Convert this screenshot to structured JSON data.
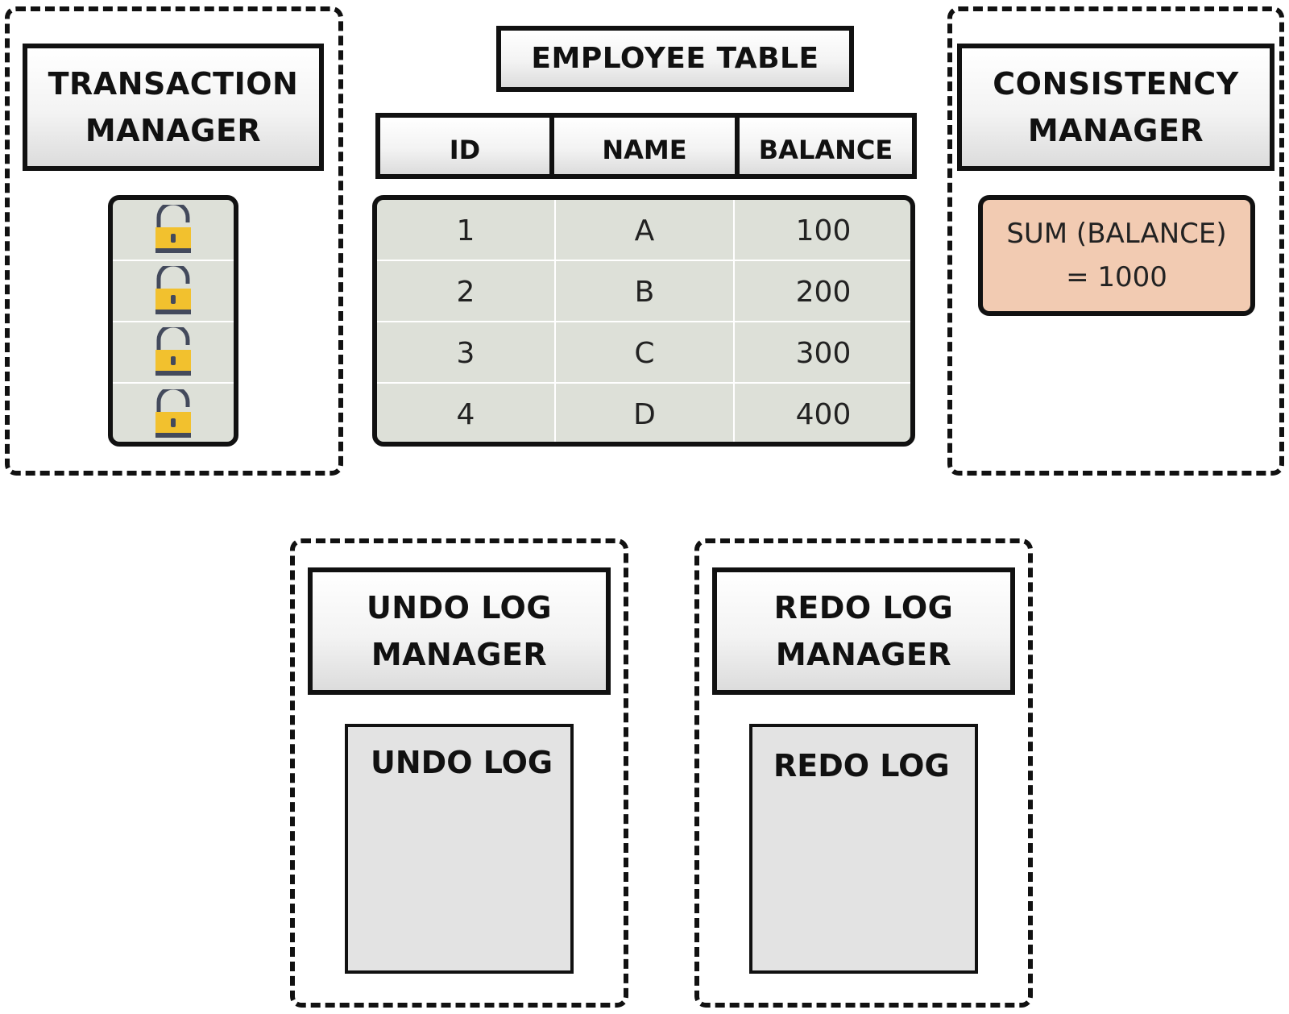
{
  "transaction_manager": {
    "title_line1": "TRANSACTION",
    "title_line2": "MANAGER",
    "lock_count": 4,
    "lock_state": "unlocked",
    "lock_color": "#f2c12e"
  },
  "employee_table": {
    "title": "EMPLOYEE TABLE",
    "columns": [
      "ID",
      "NAME",
      "BALANCE"
    ],
    "rows": [
      [
        "1",
        "A",
        "100"
      ],
      [
        "2",
        "B",
        "200"
      ],
      [
        "3",
        "C",
        "300"
      ],
      [
        "4",
        "D",
        "400"
      ]
    ]
  },
  "consistency_manager": {
    "title_line1": "CONSISTENCY",
    "title_line2": "MANAGER",
    "constraint_line1": "SUM (BALANCE)",
    "constraint_line2": "= 1000",
    "constraint_color": "#f2cbb2"
  },
  "undo_log_manager": {
    "title_line1": "UNDO LOG",
    "title_line2": "MANAGER",
    "log_label": "UNDO LOG"
  },
  "redo_log_manager": {
    "title_line1": "REDO LOG",
    "title_line2": "MANAGER",
    "log_label": "REDO LOG"
  }
}
